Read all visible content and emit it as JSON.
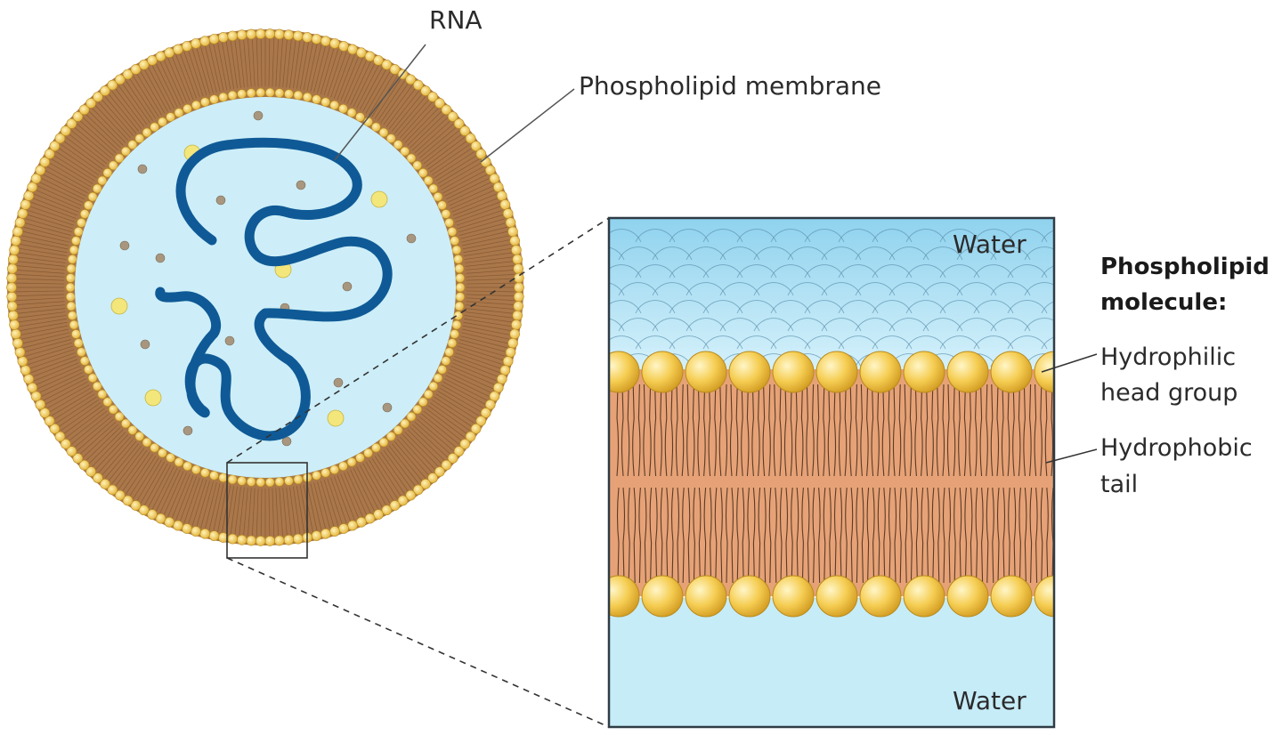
{
  "labels": {
    "rna": "RNA",
    "membrane": "Phospholipid membrane",
    "water_top": "Water",
    "water_bottom": "Water",
    "molecule_title_line1": "Phospholipid",
    "molecule_title_line2": "molecule:",
    "hydrophilic_line1": "Hydrophilic",
    "hydrophilic_line2": "head group",
    "hydrophobic_line1": "Hydrophobic",
    "hydrophobic_line2": "tail"
  },
  "colors": {
    "membrane_brown": "#a9774a",
    "membrane_dark": "#6b4221",
    "head_yellow": "#f3c94a",
    "head_highlight": "#fff3c0",
    "head_outline": "#b98a1c",
    "interior_blue": "#cdeef8",
    "water_blue": "#c6ecf8",
    "rna_blue": "#0f5a96",
    "particle_grey": "#9f8f7a",
    "particle_yellow": "#f3e67a",
    "tail_orange": "#e6a276",
    "tail_line": "#5a3b28"
  }
}
